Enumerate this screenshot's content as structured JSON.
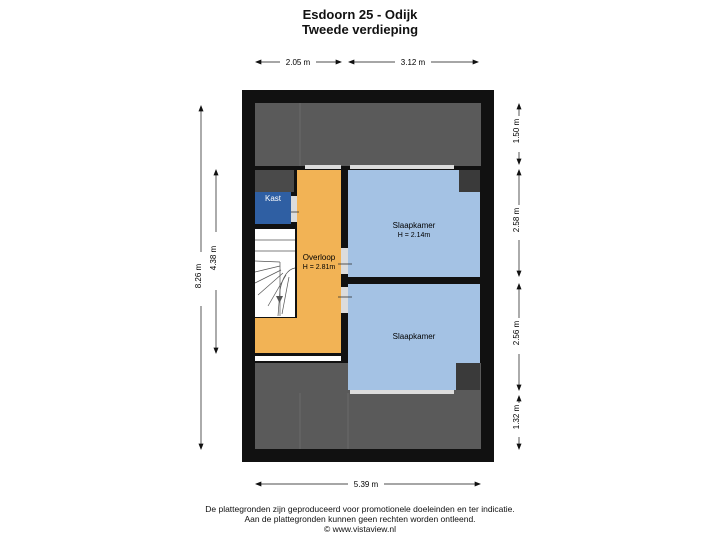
{
  "header": {
    "title": "Esdoorn 25 - Odijk",
    "subtitle": "Tweede verdieping"
  },
  "dimensions": {
    "top_left": "2.05 m",
    "top_right": "3.12 m",
    "bottom": "5.39 m",
    "left_total": "8.26 m",
    "left_inner": "4.38 m",
    "right_1": "1.50 m",
    "right_2": "2.58 m",
    "right_3": "2.56 m",
    "right_4": "1.32 m"
  },
  "rooms": {
    "kast": "Kast",
    "overloop_name": "Overloop",
    "overloop_height": "H = 2.81m",
    "slaapkamer1_name": "Slaapkamer",
    "slaapkamer1_height": "H = 2.14m",
    "slaapkamer2_name": "Slaapkamer"
  },
  "footer": {
    "line1": "De plattegronden zijn geproduceerd voor promotionele doeleinden en ter indicatie.",
    "line2": "Aan de plattegronden kunnen geen rechten worden ontleend.",
    "line3": "© www.vistaview.nl"
  },
  "colors": {
    "wall": "#111111",
    "roof": "#5a5a5a",
    "overloop": "#f2b355",
    "slaapkamer": "#a4c2e4",
    "kast": "#2f5fa3"
  }
}
